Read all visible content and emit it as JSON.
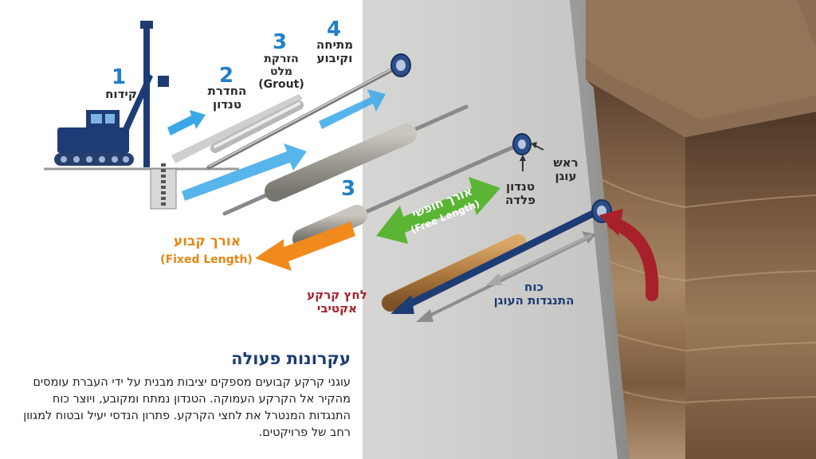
{
  "steps": [
    {
      "number": "1",
      "label": "קידוח"
    },
    {
      "number": "2",
      "label": "החדרת\nטנדון"
    },
    {
      "number": "3",
      "label": "הזרקת\nמלט\n(Grout)"
    },
    {
      "number": "4",
      "label": "מתיחה\nוקיבוע"
    }
  ],
  "second_three": "3",
  "labels": {
    "anchor_head": "ראש\nעוגן",
    "steel_tendon": "טנדון\nפלדה",
    "free_length_he": "אורך חופשי",
    "free_length_en": "(Free Length)",
    "fixed_length_he": "אורך קבוע",
    "fixed_length_en": "(Fixed Length)",
    "active_earth_pressure": "לחץ קרקע\nאקטיבי",
    "anchor_resistance": "כוח\nהתנגדות העוגן"
  },
  "principles": {
    "title": "עקרונות פעולה",
    "body": "עוגני קרקע קבועים מספקים יציבות מבנית על ידי העברת עומסים מהקיר אל הקרקע העמוקה. הטנדון נמתח ומקובע, ויוצר כוח התנגדות המנטרל את לחצי הקרקע. פתרון הנדסי יעיל ובטוח למגוון רחב של פרויקטים."
  },
  "colors": {
    "step_number": "#1f7fc9",
    "flow_arrow": "#3aa8e8",
    "free_length_arrow": "#5bb535",
    "fixed_length_arrow": "#f08a1c",
    "earth_pressure_arrow": "#a8202a",
    "anchor_force": "#1d3c75"
  }
}
